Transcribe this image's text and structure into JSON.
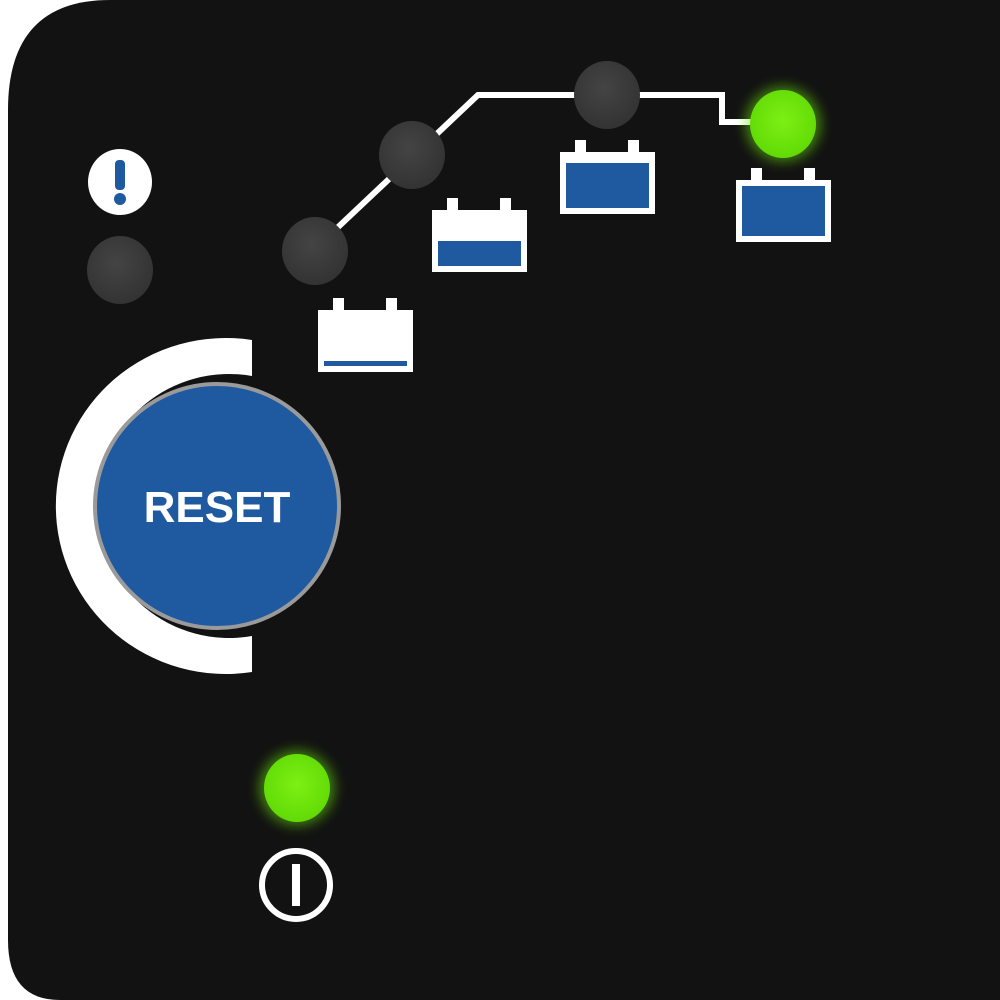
{
  "panel": {
    "reset_button": {
      "label": "RESET"
    },
    "error_indicator": {
      "icon": "exclamation-icon",
      "led_state": "off"
    },
    "charge_stages": [
      {
        "stage": 1,
        "battery_level": 0.1,
        "led_state": "off"
      },
      {
        "stage": 2,
        "battery_level": 0.5,
        "led_state": "off"
      },
      {
        "stage": 3,
        "battery_level": 0.9,
        "led_state": "off"
      },
      {
        "stage": 4,
        "battery_level": 1.0,
        "led_state": "on"
      }
    ],
    "power_indicator": {
      "icon": "power-icon",
      "led_state": "on"
    },
    "colors": {
      "panel": "#121212",
      "led_off": "#3a3a3a",
      "led_on": "#6ee80a",
      "accent_blue": "#1f5aa0",
      "white": "#ffffff"
    }
  }
}
